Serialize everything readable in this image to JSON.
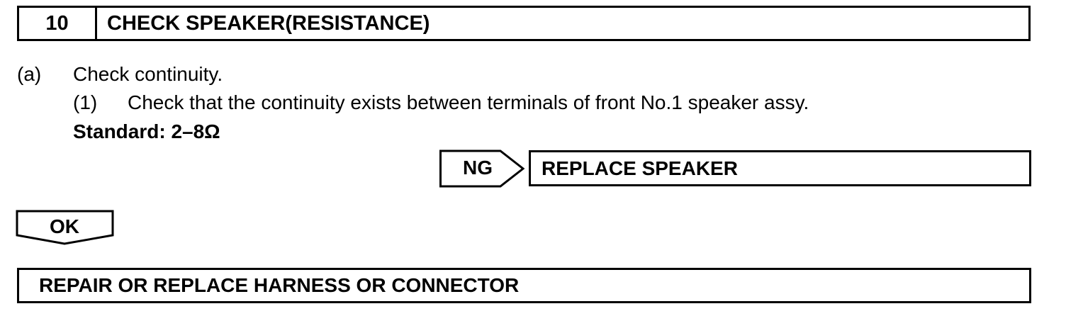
{
  "step": {
    "number": "10",
    "title": "CHECK SPEAKER(RESISTANCE)"
  },
  "instructions": {
    "a_marker": "(a)",
    "a_text": "Check continuity.",
    "sub1_marker": "(1)",
    "sub1_text": "Check that the continuity exists between terminals of front No.1 speaker assy.",
    "standard": "Standard: 2–8Ω"
  },
  "ng_branch": {
    "label": "NG",
    "result": "REPLACE SPEAKER"
  },
  "ok_branch": {
    "label": "OK",
    "result": "REPAIR OR REPLACE HARNESS OR CONNECTOR"
  }
}
